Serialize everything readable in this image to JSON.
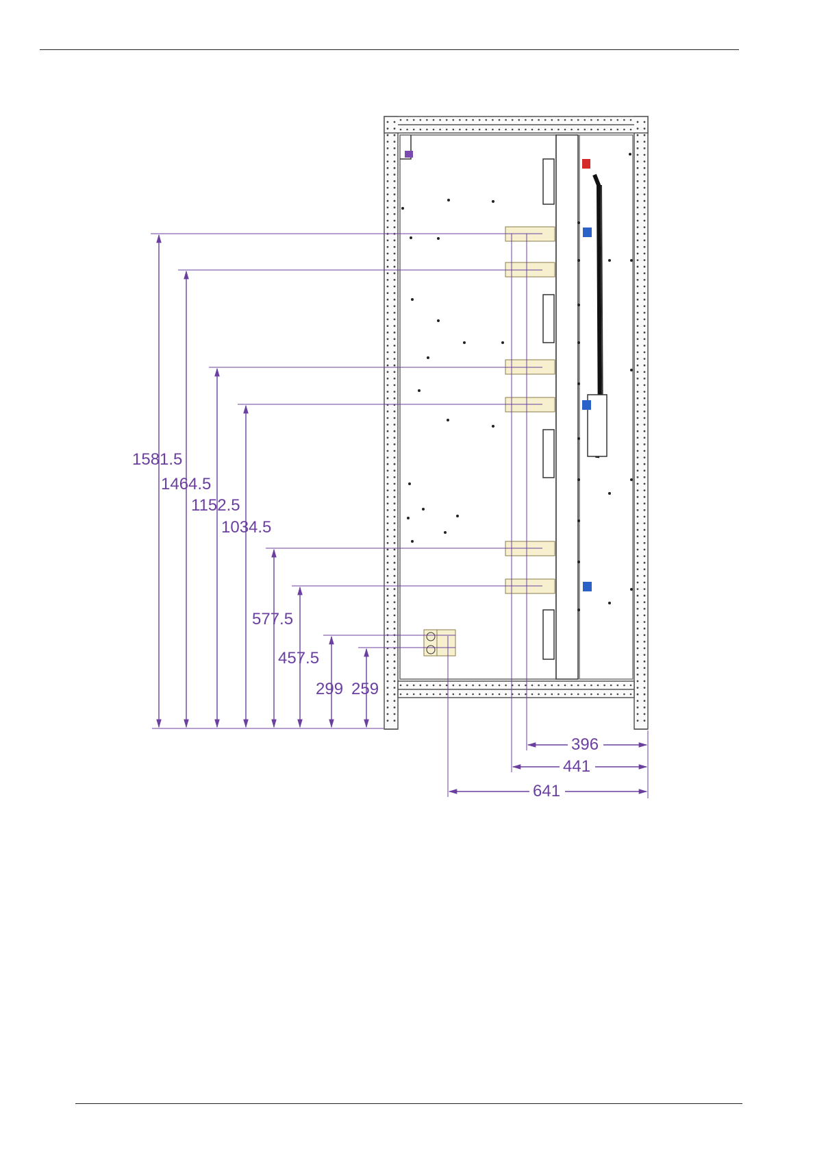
{
  "colors": {
    "dimension": "#6a3fa0",
    "frame": "#555555",
    "busbar_fill": "#f7f0cf",
    "busbar_stroke": "#8a7a4a",
    "accent_blue": "#2a62c8",
    "accent_red": "#d42a2a"
  },
  "vertical_dimensions": [
    {
      "label": "1581.5"
    },
    {
      "label": "1464.5"
    },
    {
      "label": "1152.5"
    },
    {
      "label": "1034.5"
    },
    {
      "label": "577.5"
    },
    {
      "label": "457.5"
    },
    {
      "label": "299"
    },
    {
      "label": "259"
    }
  ],
  "horizontal_dimensions": [
    {
      "label": "396"
    },
    {
      "label": "441"
    },
    {
      "label": "641"
    }
  ]
}
